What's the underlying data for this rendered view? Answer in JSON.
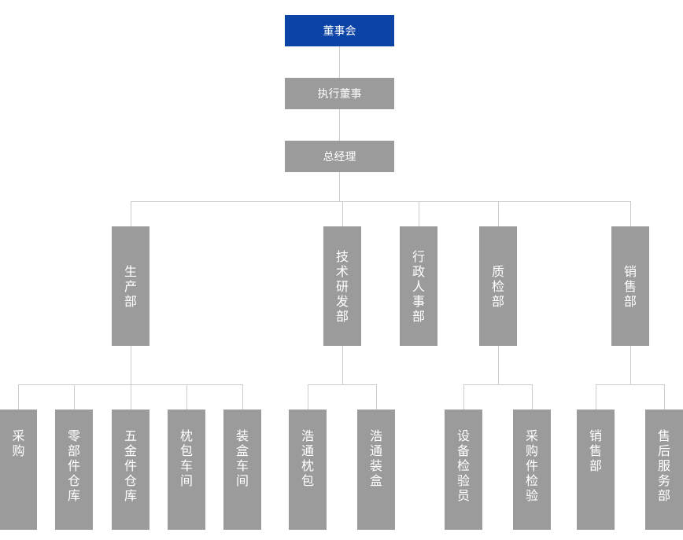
{
  "chairman": "董事会",
  "executive_director": "执行董事",
  "general_manager": "总经理",
  "departments": {
    "production": "生产部",
    "rnd": "技术研发部",
    "admin_hr": "行政人事部",
    "quality": "质检部",
    "sales": "销售部"
  },
  "sub_units": {
    "production": [
      "采购",
      "零部件仓库",
      "五金件仓库",
      "枕包车间",
      "装盒车间"
    ],
    "rnd": [
      "浩通枕包",
      "浩通装盒"
    ],
    "quality": [
      "设备检验员",
      "采购件检验"
    ],
    "sales": [
      "销售部",
      "售后服务部"
    ]
  },
  "colors": {
    "top_box": "#0b44a6",
    "box": "#9b9b9b",
    "line": "#cccccc",
    "text": "#ffffff"
  }
}
